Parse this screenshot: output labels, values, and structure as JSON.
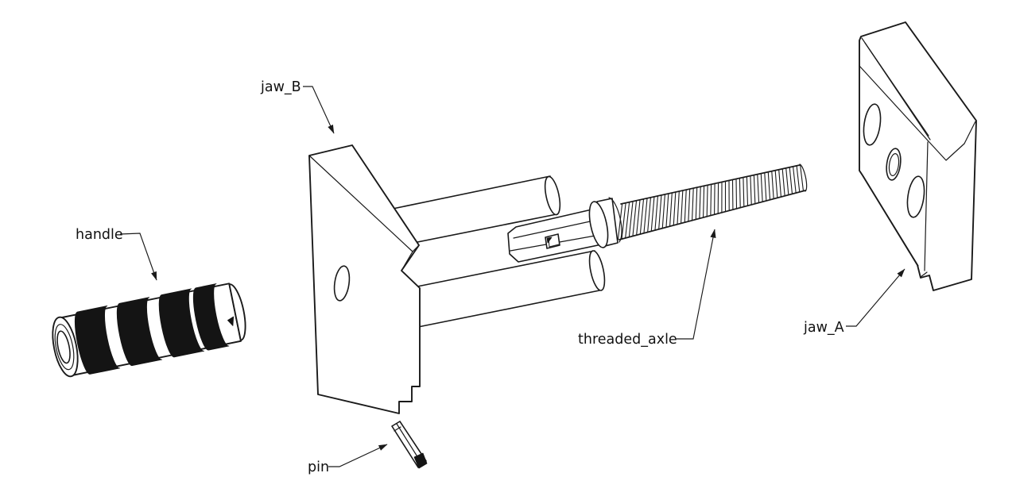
{
  "diagram": {
    "kind": "exploded-view technical drawing",
    "background_color": "#ffffff",
    "line_color": "#1a1a1a",
    "parts": [
      {
        "id": "handle",
        "label": "handle"
      },
      {
        "id": "jaw_B",
        "label": "jaw_B"
      },
      {
        "id": "pin",
        "label": "pin"
      },
      {
        "id": "threaded_axle",
        "label": "threaded_axle"
      },
      {
        "id": "jaw_A",
        "label": "jaw_A"
      }
    ]
  }
}
